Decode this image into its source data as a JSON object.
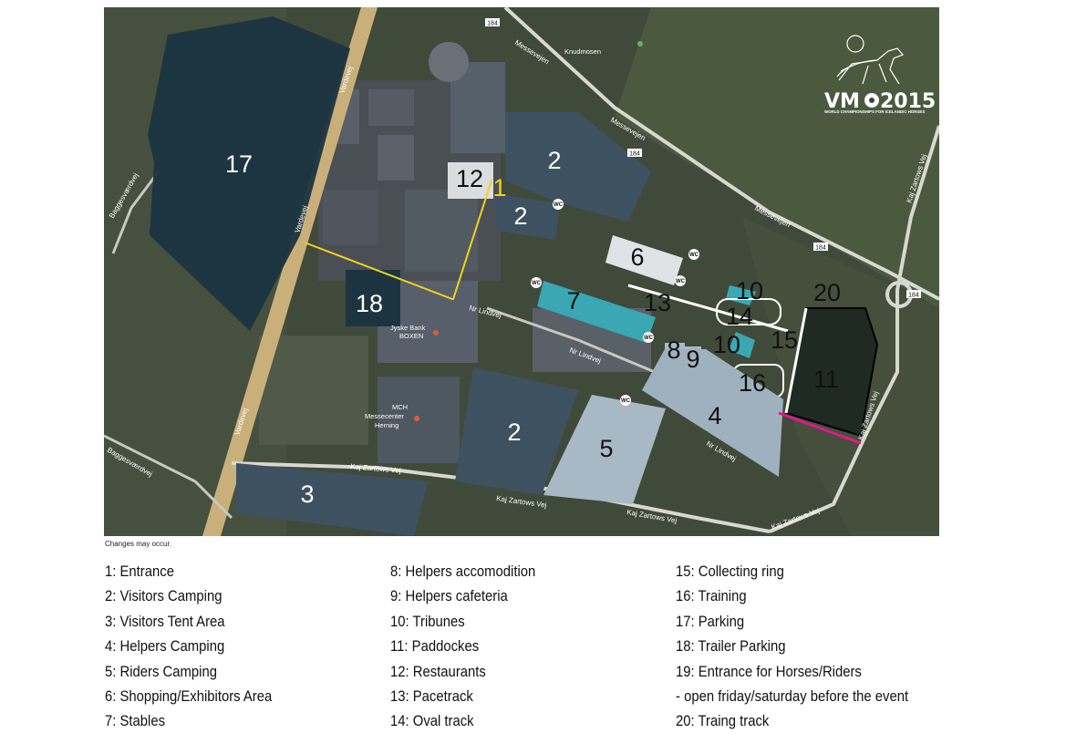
{
  "map": {
    "zones": [
      {
        "id": "z17",
        "label": "17",
        "fill": "#1b3440"
      },
      {
        "id": "z12",
        "label": "12",
        "fill": "#d9dde0"
      },
      {
        "id": "z1",
        "label": "1"
      },
      {
        "id": "z2a",
        "label": "2",
        "fill": "#3e5160"
      },
      {
        "id": "z2b",
        "label": "2",
        "fill": "#3e5160"
      },
      {
        "id": "z2c",
        "label": "2",
        "fill": "#3e5160"
      },
      {
        "id": "z6",
        "label": "6",
        "fill": "#dfe3e6"
      },
      {
        "id": "z7",
        "label": "7",
        "fill": "#3aa8b4"
      },
      {
        "id": "z13",
        "label": "13"
      },
      {
        "id": "z10a",
        "label": "10",
        "fill": "#3aa8b4"
      },
      {
        "id": "z10b",
        "label": "10",
        "fill": "#3aa8b4"
      },
      {
        "id": "z14",
        "label": "14"
      },
      {
        "id": "z15",
        "label": "15"
      },
      {
        "id": "z16",
        "label": "16"
      },
      {
        "id": "z20",
        "label": "20"
      },
      {
        "id": "z11",
        "label": "11",
        "fill": "#1f2a22"
      },
      {
        "id": "z18",
        "label": "18",
        "fill": "#1b3440"
      },
      {
        "id": "z8",
        "label": "8"
      },
      {
        "id": "z9",
        "label": "9"
      },
      {
        "id": "z4",
        "label": "4",
        "fill": "#9fb1be"
      },
      {
        "id": "z5",
        "label": "5",
        "fill": "#a8b9c5"
      },
      {
        "id": "z3",
        "label": "3",
        "fill": "#3e5160"
      }
    ],
    "wc_label": "WC",
    "roads": {
      "vardevej": "Vardevej",
      "messevejen": "Messevejen",
      "road_184": "184",
      "nr_lindvej": "Nr Lindvej",
      "kaj_zartows_vej": "Kaj Zartows Vej",
      "baggesvaerdvej": "Baggesværdvej",
      "knudmosen": "Knudmosen"
    },
    "places": {
      "jyske_bank_1": "Jyske Bank",
      "jyske_bank_2": "BOXEN",
      "mch_1": "MCH",
      "mch_2": "Messecenter",
      "mch_3": "Herning"
    },
    "colors": {
      "entrance_line": "#f2d21b",
      "horse_entrance_line": "#e0198a",
      "tribune": "#3aa8b4"
    }
  },
  "logo": {
    "text": "VM",
    "year": "2015",
    "subtitle": "WORLD CHAMPIONSHIPS FOR ICELANDIC HORSES",
    "icon": "horse-icon"
  },
  "note": "Changes may occur.",
  "legend": {
    "col1": [
      "1: Entrance",
      "2: Visitors Camping",
      "3: Visitors Tent Area",
      "4: Helpers Camping",
      "5: Riders Camping",
      "6: Shopping/Exhibitors Area",
      "7: Stables"
    ],
    "col2": [
      "8: Helpers accomodition",
      "9: Helpers cafeteria",
      "10: Tribunes",
      "11: Paddockes",
      "12: Restaurants",
      "13: Pacetrack",
      "14: Oval track"
    ],
    "col3": [
      "15: Collecting ring",
      "16: Training",
      "17: Parking",
      "18: Trailer Parking",
      "19: Entrance for Horses/Riders",
      "- open friday/saturday before the event",
      "20: Traing track"
    ]
  }
}
